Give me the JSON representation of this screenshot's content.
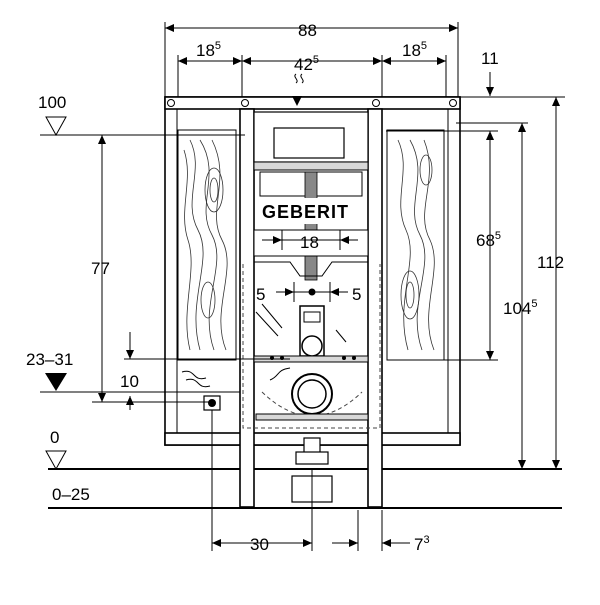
{
  "diagram": {
    "brand": "GEBERIT",
    "dimensions": {
      "overall_width": "88",
      "left_side": {
        "base": "18",
        "sup": "5"
      },
      "middle": {
        "base": "42",
        "sup": "5"
      },
      "right_side": {
        "base": "18",
        "sup": "5"
      },
      "top_offset": "11",
      "upper_height": {
        "base": "68",
        "sup": "5"
      },
      "inner_height": {
        "base": "104",
        "sup": "5"
      },
      "total_height": "112",
      "pipe_width": "18",
      "left_offset": "5",
      "right_offset": "5",
      "left_height": "77",
      "bottom_distance": "30",
      "bottom_right": {
        "base": "7",
        "sup": "3"
      }
    },
    "levels": {
      "top": "100",
      "connection": "23–31",
      "connection_small": "10",
      "floor": "0",
      "floor_range": "0–25"
    }
  }
}
